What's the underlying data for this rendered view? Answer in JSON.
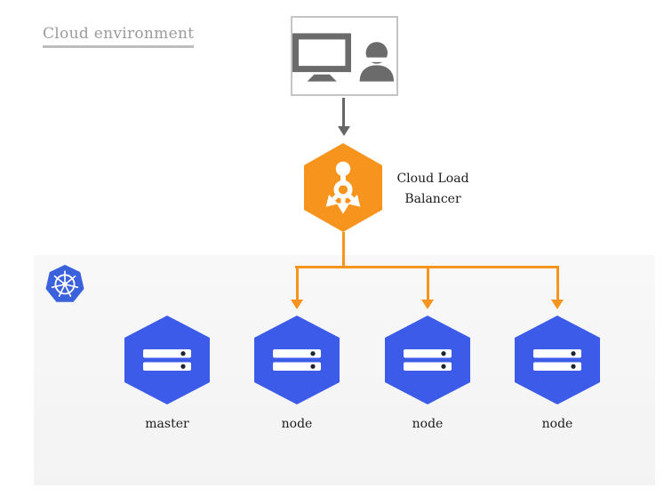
{
  "title": "Cloud environment",
  "load_balancer": {
    "label": "Cloud Load Balancer"
  },
  "kubernetes_cluster": {
    "logo": "kubernetes-icon",
    "nodes": [
      {
        "label": "master"
      },
      {
        "label": "node"
      },
      {
        "label": "node"
      },
      {
        "label": "node"
      }
    ]
  },
  "icons": {
    "user_box": [
      "monitor-icon",
      "user-icon"
    ],
    "load_balancer": "load-balancer-icon",
    "node": "server-icon"
  },
  "colors": {
    "load_balancer_orange": "#F7941E",
    "node_blue": "#3C5BE8",
    "kubernetes_blue": "#3B62DC",
    "panel_background": "#F5F5F5",
    "arrow_gray": "#666666",
    "icon_gray": "#6B6B6B",
    "title_gray": "#9B9B9B",
    "label_black": "#1C1C1C"
  }
}
